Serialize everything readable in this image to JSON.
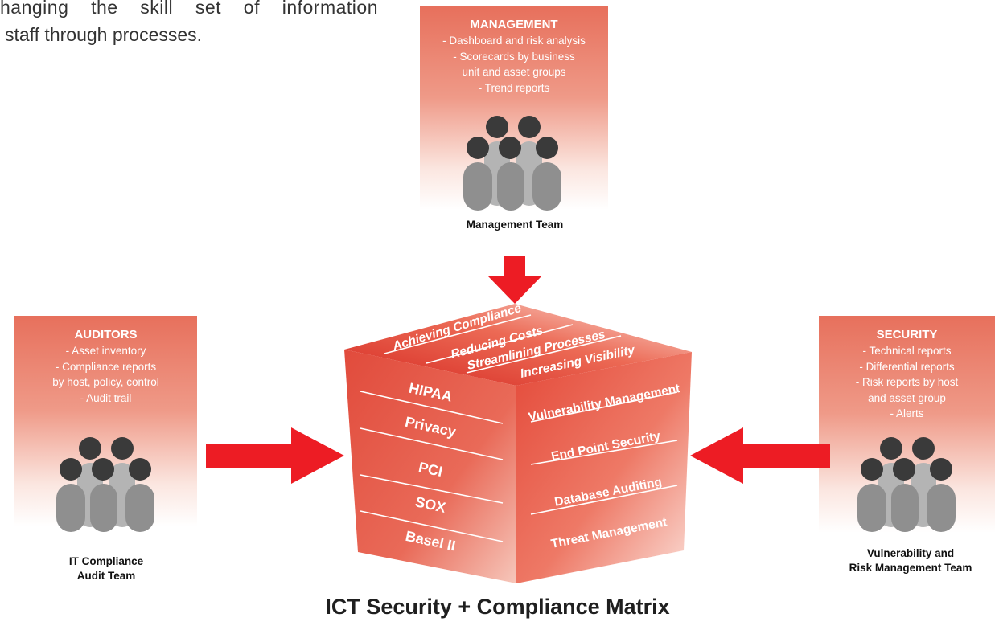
{
  "intro": {
    "line1": "hanging the skill set of information",
    "line2": "staff through processes."
  },
  "management": {
    "title": "MANAGEMENT",
    "items": [
      "- Dashboard and risk analysis",
      "- Scorecards by business",
      "unit and asset groups",
      "- Trend reports"
    ],
    "team": "Management Team"
  },
  "auditors": {
    "title": "AUDITORS",
    "items": [
      "- Asset inventory",
      "- Compliance reports",
      "by host, policy, control",
      "- Audit trail"
    ],
    "team_line1": "IT Compliance",
    "team_line2": "Audit Team"
  },
  "security": {
    "title": "SECURITY",
    "items": [
      "- Technical reports",
      "- Differential reports",
      "- Risk reports by host",
      "and asset group",
      "- Alerts"
    ],
    "team_line1": "Vulnerability and",
    "team_line2": "Risk Management Team"
  },
  "cube": {
    "top": [
      "Achieving Compliance",
      "Reducing Costs",
      "Streamlining Processes",
      "Increasing Visibility"
    ],
    "left": [
      "HIPAA",
      "Privacy",
      "PCI",
      "SOX",
      "Basel II"
    ],
    "right": [
      "Vulnerability Management",
      "End Point Security",
      "Database Auditing",
      "Threat Management"
    ]
  },
  "caption": "ICT Security + Compliance Matrix",
  "colors": {
    "arrow": "#ed1c24",
    "panel_top": "#e7705c",
    "cube_dark": "#dd2f26",
    "person_head": "#3a3a3a",
    "person_body": "#8a8a8a"
  }
}
